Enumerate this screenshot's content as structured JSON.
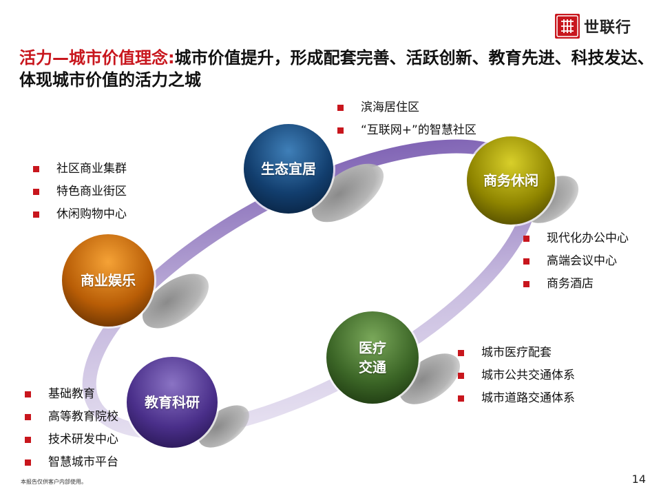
{
  "brand": {
    "name": "世联行"
  },
  "title": {
    "lead": "活力—城市价值理念:",
    "rest": "城市价值提升，形成配套完善、活跃创新、教育先进、科技发达、体现城市价值的活力之城"
  },
  "nodes": {
    "eco": "生态宜居",
    "biz": "商务休闲",
    "com": "商业娱乐",
    "med": "医疗\n交通",
    "edu": "教育科研"
  },
  "lists": {
    "eco": [
      "滨海居住区",
      "“互联网+”的智慧社区"
    ],
    "com": [
      "社区商业集群",
      "特色商业街区",
      "休闲购物中心"
    ],
    "biz": [
      "现代化办公中心",
      "高端会议中心",
      "商务酒店"
    ],
    "med": [
      "城市医疗配套",
      "城市公共交通体系",
      "城市道路交通体系"
    ],
    "edu": [
      "基础教育",
      "高等教育院校",
      "技术研发中心",
      "智慧城市平台"
    ]
  },
  "footer": {
    "note": "本报告仅供客户内部使用。",
    "page": "14"
  },
  "colors": {
    "accent": "#c8161d"
  },
  "icons": {
    "logo": "seal-logo-icon",
    "bullet": "square-bullet-icon"
  }
}
